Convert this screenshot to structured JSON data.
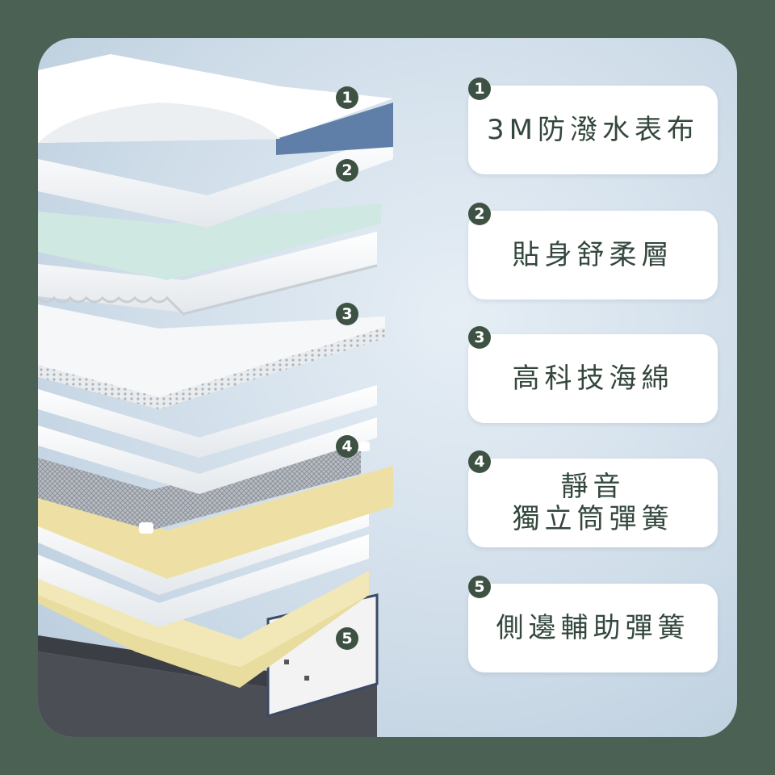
{
  "colors": {
    "frame": "#4a6153",
    "badge": "#3e5244",
    "text": "#33473c",
    "foam_yellow": "#efe3ad",
    "mint_layer": "#cfe8e2",
    "fabric_blue": "#5f7ea8"
  },
  "layers": [
    {
      "number": "1",
      "label": "3M防潑水表布"
    },
    {
      "number": "2",
      "label": "貼身舒柔層"
    },
    {
      "number": "3",
      "label": "高科技海綿"
    },
    {
      "number": "4",
      "label_lines": [
        "靜音",
        "獨立筒彈簧"
      ]
    },
    {
      "number": "5",
      "label": "側邊輔助彈簧"
    }
  ]
}
